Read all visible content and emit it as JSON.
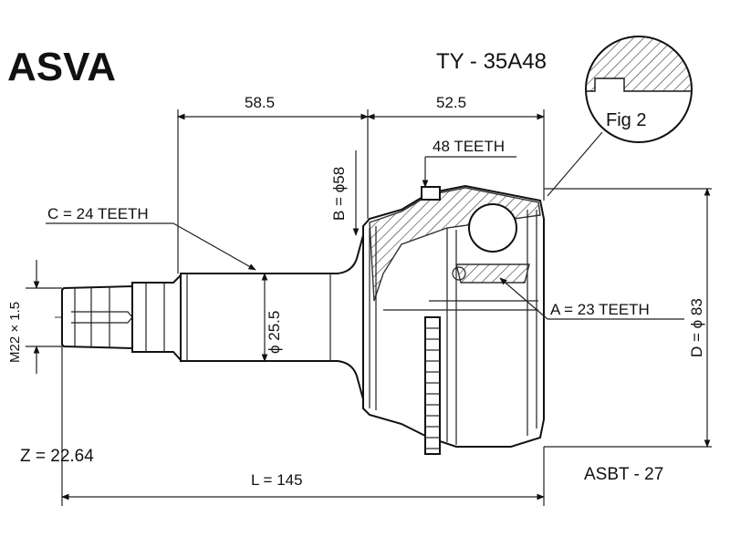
{
  "header": {
    "brand": "ASVA",
    "part_number": "TY - 35A48"
  },
  "figure": {
    "label": "Fig 2"
  },
  "dimensions": {
    "left_length": "58.5",
    "right_length": "52.5",
    "total_length": "L = 145",
    "thread": "M22 × 1.5",
    "shaft_diameter": "ϕ 25.5",
    "b_diameter": "B = ϕ58",
    "d_diameter": "D = ϕ 83"
  },
  "teeth": {
    "abs_ring": "48 TEETH",
    "outer_spline": "C = 24 TEETH",
    "inner_spline": "A = 23 TEETH"
  },
  "footer": {
    "z_value": "Z = 22.64",
    "code": "ASBT - 27"
  }
}
